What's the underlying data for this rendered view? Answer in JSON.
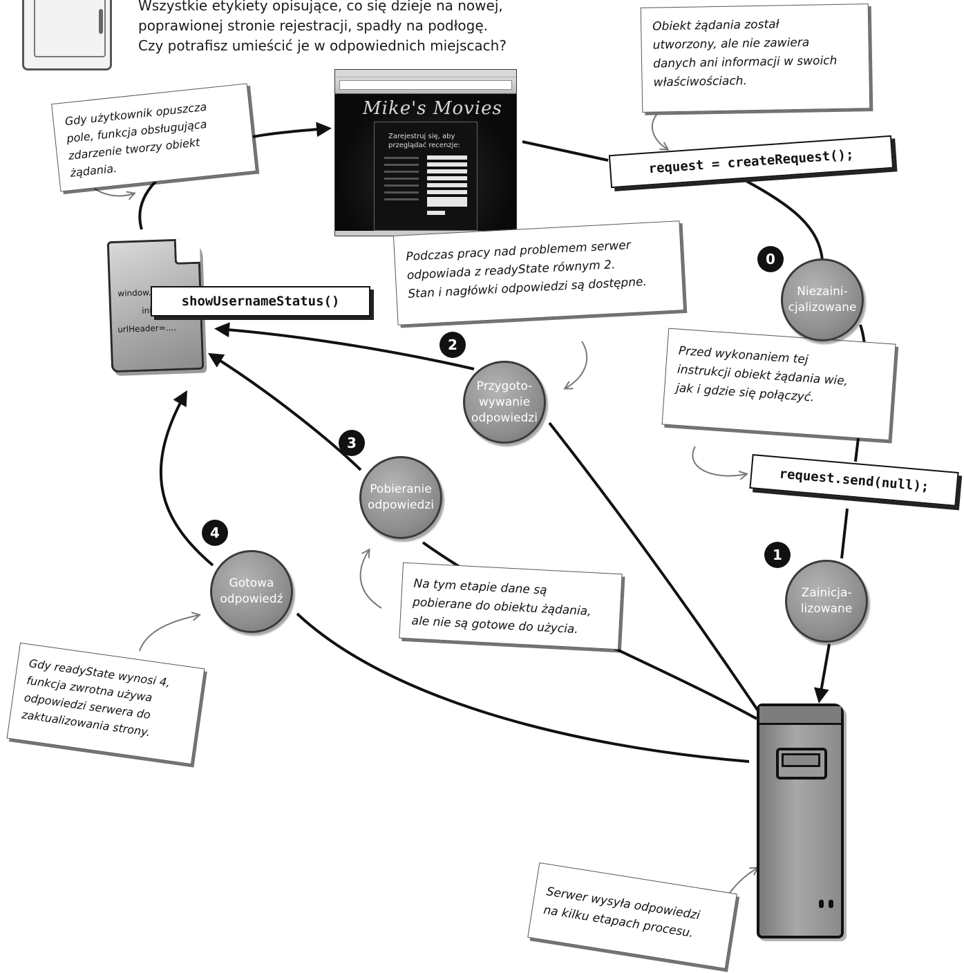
{
  "intro": [
    "Wszystkie etykiety opisujące, co się dzieje na nowej,",
    "poprawionej stronie rejestracji, spadły na podłogę.",
    "Czy potrafisz umieścić je w odpowiednich miejscach?"
  ],
  "notes": {
    "user_leaves_field": [
      "Gdy użytkownik opuszcza",
      "pole, funkcja obsługująca",
      "zdarzenie tworzy obiekt",
      "żądania."
    ],
    "request_created": [
      "Obiekt żądania został",
      "utworzony, ale nie zawiera",
      "danych ani informacji w swoich",
      "właściwościach."
    ],
    "server_readystate_2": [
      "Podczas pracy nad problemem serwer",
      "odpowiada z readyState równym 2.",
      "Stan i nagłówki odpowiedzi są dostępne."
    ],
    "before_send": [
      "Przed wykonaniem tej",
      "instrukcji obiekt żądania wie,",
      "jak i gdzie się połączyć."
    ],
    "downloading": [
      "Na tym etapie dane są",
      "pobierane do obiektu żądania,",
      "ale nie są gotowe do użycia."
    ],
    "readystate_4": [
      "Gdy readyState wynosi 4,",
      "funkcja zwrotna używa",
      "odpowiedzi serwera do",
      "zaktualizowania strony."
    ],
    "server_sends": [
      "Serwer wysyła odpowiedzi",
      "na kilku etapach procesu."
    ]
  },
  "code": {
    "create_request": "request = createRequest();",
    "send": "request.send(null);",
    "callback": "showUsernameStatus()"
  },
  "states": [
    {
      "badge": "0",
      "lines": [
        "Niezaini-",
        "cjalizowane"
      ]
    },
    {
      "badge": "1",
      "lines": [
        "Zainicja-",
        "lizowane"
      ]
    },
    {
      "badge": "2",
      "lines": [
        "Przygoto-",
        "wywanie",
        "odpowiedzi"
      ]
    },
    {
      "badge": "3",
      "lines": [
        "Pobieranie",
        "odpowiedzi"
      ]
    },
    {
      "badge": "4",
      "lines": [
        "Gotowa",
        "odpowiedź"
      ]
    }
  ],
  "document": {
    "lines": [
      "window.",
      "init",
      "urlHeader=...."
    ]
  },
  "browser": {
    "logo": "Mike's Movies",
    "heading": [
      "Zarejestruj się, aby",
      "przeglądać recenzje:"
    ]
  },
  "colors": {
    "state_fill": "#8c8c8c",
    "line": "#111111",
    "arrow_gray": "#777777"
  }
}
